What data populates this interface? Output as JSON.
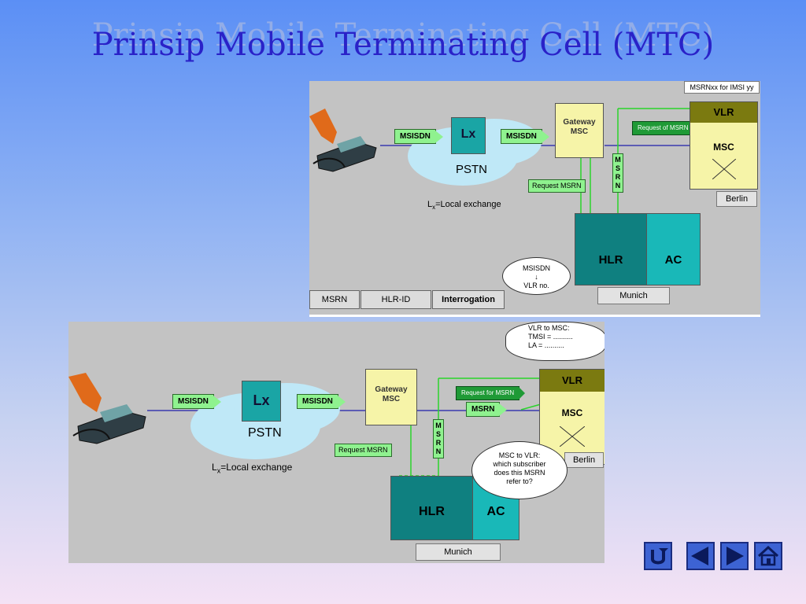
{
  "title": "Prinsip Mobile Terminating Cell (MTC)",
  "panel1": {
    "msisdn_left": "MSISDN",
    "msisdn_right": "MSISDN",
    "lx": "Lx",
    "pstn": "PSTN",
    "lx_note_sub": "x",
    "lx_note": "=Local exchange",
    "gateway": "Gateway MSC",
    "req_msrn": "Request of MSRN",
    "callout": "MSRNxx for IMSI yy",
    "vlr": "VLR",
    "msc": "MSC",
    "berlin": "Berlin",
    "request": "Request MSRN",
    "msrn_vert": [
      "M",
      "S",
      "R",
      "N"
    ],
    "hlr": "HLR",
    "ac": "AC",
    "munich": "Munich",
    "bubble_top": "MSISDN",
    "bubble_bottom": "VLR no.",
    "tabs": [
      "MSRN",
      "HLR-ID",
      "Interrogation"
    ]
  },
  "panel2": {
    "msisdn_left": "MSISDN",
    "msisdn_right": "MSISDN",
    "lx": "Lx",
    "pstn": "PSTN",
    "lx_note_sub": "x",
    "lx_note": "=Local exchange",
    "gateway": "Gateway MSC",
    "req_for_msrn": "Request for MSRN",
    "msrn_tag": "MSRN",
    "vlr": "VLR",
    "msc": "MSC",
    "berlin": "Berlin",
    "request": "Request MSRN",
    "msrn_vert": [
      "M",
      "S",
      "R",
      "N"
    ],
    "hlr": "HLR",
    "ac": "AC",
    "munich": "Munich",
    "callout_lines": [
      "VLR to MSC:",
      "TMSI = ..........",
      "LA    = .........."
    ],
    "bubble_lines": [
      "MSC to VLR:",
      "which subscriber",
      "does this MSRN",
      "refer to?"
    ]
  },
  "colors": {
    "title": "#2a22c8",
    "panel_bg": "#c3c3c3",
    "green_tag": "#8ff28f",
    "teal": "#0f8c8c",
    "yellow": "#f6f4a8",
    "vlr_olive": "#7b7a10",
    "nav_blue": "#3d63d3"
  },
  "nav": {
    "back_icon": "return-icon",
    "prev_icon": "left-triangle-icon",
    "next_icon": "right-triangle-icon",
    "home_icon": "home-icon"
  }
}
